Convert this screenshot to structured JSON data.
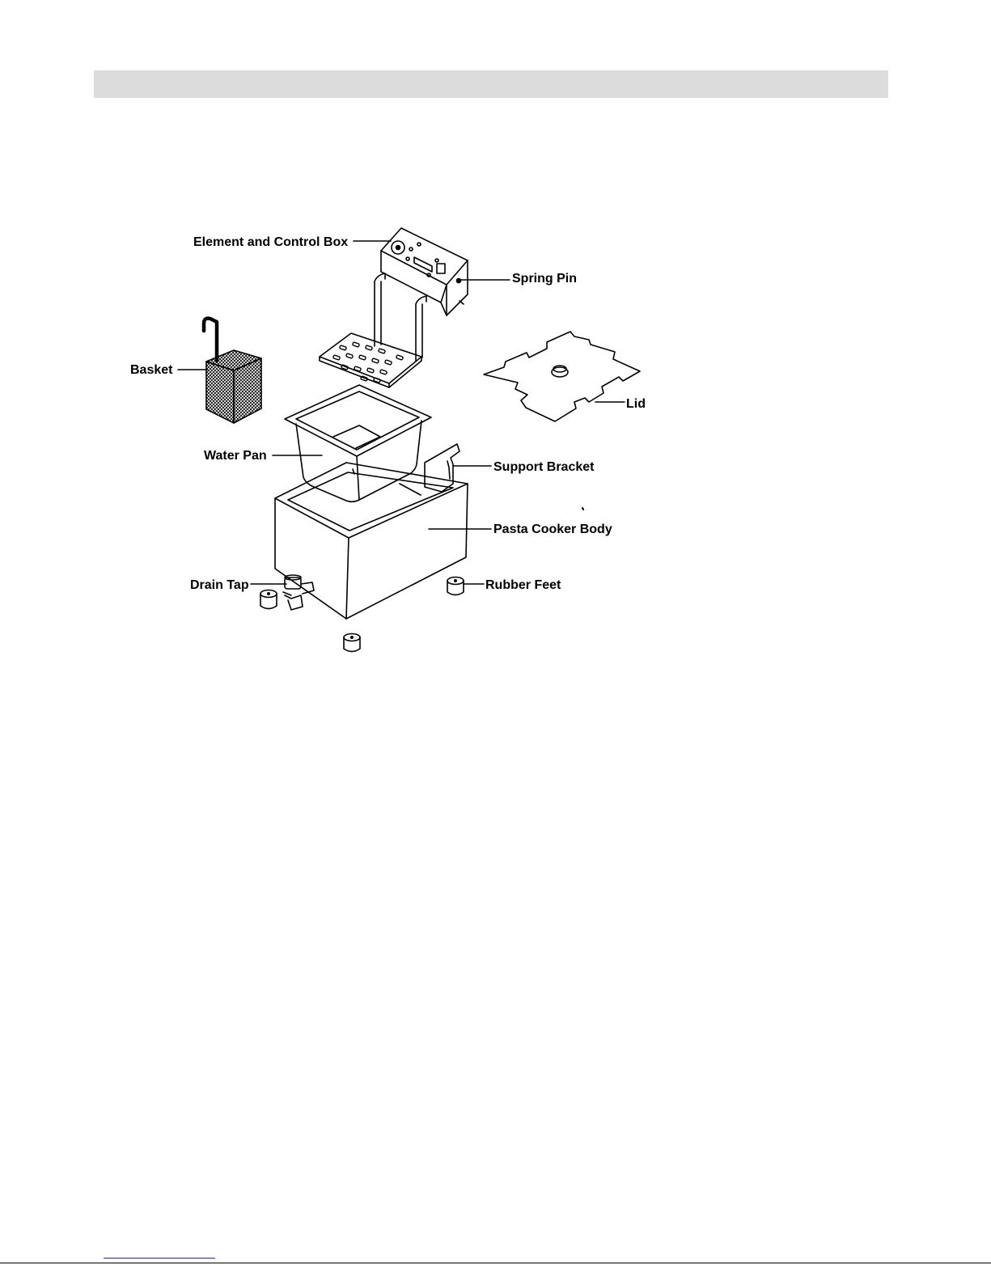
{
  "header": {
    "text": ""
  },
  "labels": {
    "element_control_box": "Element and Control Box",
    "spring_pin": "Spring Pin",
    "basket": "Basket",
    "lid": "Lid",
    "water_pan": "Water Pan",
    "support_bracket": "Support Bracket",
    "pasta_cooker_body": "Pasta Cooker Body",
    "drain_tap": "Drain Tap",
    "rubber_feet": "Rubber Feet"
  },
  "colors": {
    "ink": "#000000",
    "header_bg": "#dcdcdc",
    "link": "#2020ff"
  }
}
